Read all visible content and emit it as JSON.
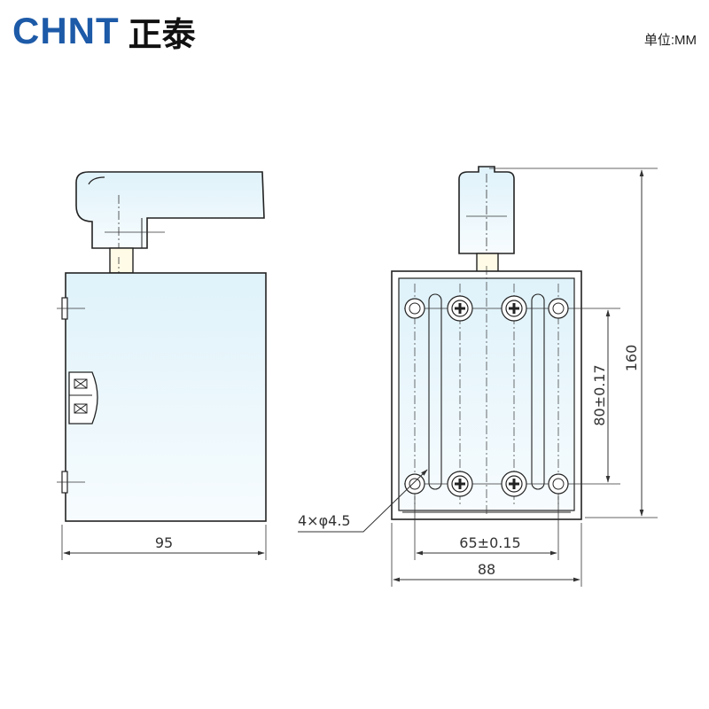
{
  "header": {
    "brand_latin": "CHNT",
    "brand_cn": "正泰",
    "unit_label": "单位:MM"
  },
  "side_view": {
    "width_label": "95"
  },
  "front_view": {
    "height_label": "160",
    "mount_height_label": "80±0.17",
    "mount_width_label": "65±0.15",
    "width_label": "88",
    "hole_label": "4×φ4.5"
  },
  "colors": {
    "brand_blue": "#1d5aa8",
    "brand_red": "#d9261c",
    "outline": "#222222",
    "fill_light": "#e9f6fb",
    "dimension": "#333333"
  }
}
